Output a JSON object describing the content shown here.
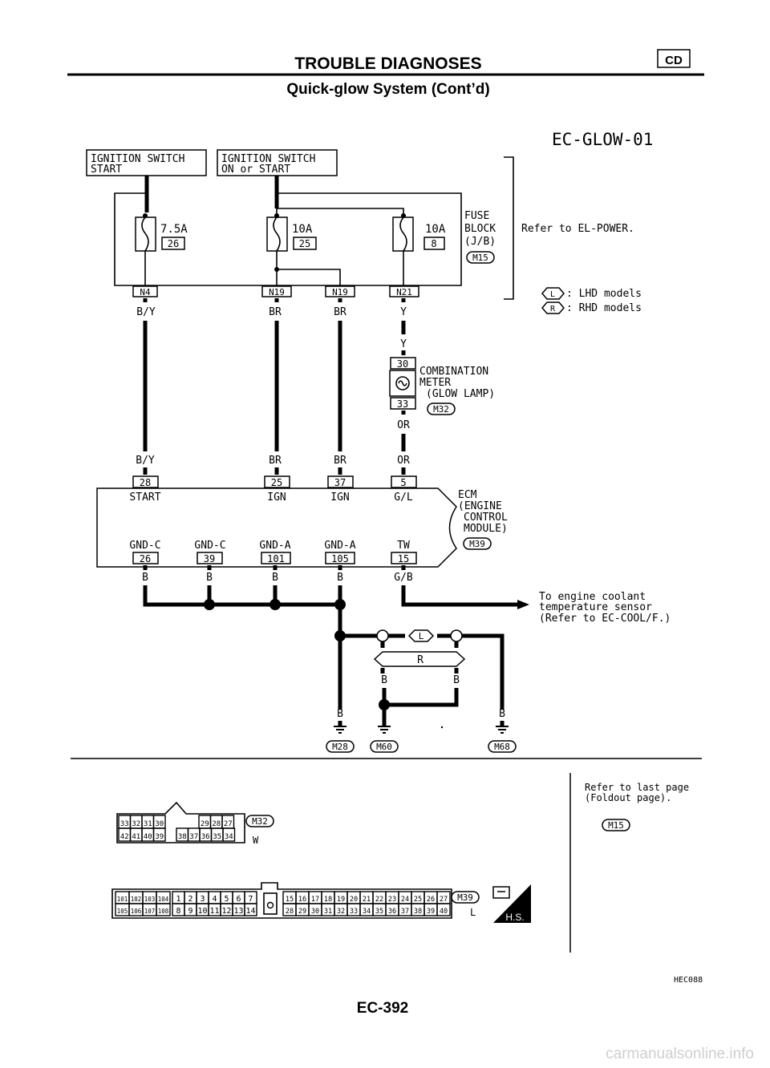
{
  "header": {
    "title": "TROUBLE DIAGNOSES",
    "subtitle": "Quick-glow System (Cont’d)",
    "section_badge": "CD"
  },
  "diagram_id": "EC-GLOW-01",
  "switches": {
    "ign_start": [
      "IGNITION SWITCH",
      "START"
    ],
    "ign_on": [
      "IGNITION SWITCH",
      "ON or START"
    ]
  },
  "fuses": [
    {
      "rating": "7.5A",
      "num": "26"
    },
    {
      "rating": "10A",
      "num": "25"
    },
    {
      "rating": "10A",
      "num": "8"
    }
  ],
  "fuse_block": {
    "lines": [
      "FUSE",
      "BLOCK",
      "(J/B)"
    ],
    "connector": "M15"
  },
  "refer_power": "Refer to EL-POWER.",
  "legend": [
    {
      "sym": "L",
      "text": ": LHD models"
    },
    {
      "sym": "R",
      "text": ": RHD models"
    }
  ],
  "fb_terminals": [
    "N4",
    "N19",
    "N19",
    "N21"
  ],
  "wire_colors": {
    "by": "B/Y",
    "br": "BR",
    "y": "Y",
    "or": "OR",
    "b": "B",
    "gb": "G/B"
  },
  "meter": {
    "term_top": "30",
    "term_bottom": "33",
    "lines": [
      "COMBINATION",
      "METER",
      "(GLOW LAMP)"
    ],
    "connector": "M32"
  },
  "ecm": {
    "top_terms": [
      "28",
      "25",
      "37",
      "5"
    ],
    "top_labels": [
      "START",
      "IGN",
      "IGN",
      "G/L"
    ],
    "bottom_labels": [
      "GND-C",
      "GND-C",
      "GND-A",
      "GND-A",
      "TW"
    ],
    "bottom_terms": [
      "26",
      "39",
      "101",
      "105",
      "15"
    ],
    "name": [
      "ECM",
      "(ENGINE",
      "CONTROL",
      "MODULE)"
    ],
    "connector": "M39"
  },
  "coolant_note": [
    "To engine coolant",
    "temperature sensor",
    "(Refer to EC-COOL/F.)"
  ],
  "ground_branch": {
    "l": "L",
    "r": "R"
  },
  "grounds": [
    "M28",
    "M60",
    "M68"
  ],
  "connector_panel": {
    "refer_last": [
      "Refer to last page",
      "(Foldout page)."
    ],
    "m15": "M15",
    "m32": {
      "code": "M32",
      "color": "W",
      "row1": [
        "33",
        "32",
        "31",
        "30",
        "29",
        "28",
        "27"
      ],
      "row2": [
        "42",
        "41",
        "40",
        "39",
        "38",
        "37",
        "36",
        "35",
        "34"
      ]
    },
    "m39": {
      "code": "M39",
      "color": "L",
      "hs": "H.S.",
      "left1": [
        "101",
        "102",
        "103",
        "104"
      ],
      "left2": [
        "105",
        "106",
        "107",
        "108"
      ],
      "mid1": [
        "1",
        "2",
        "3",
        "4",
        "5",
        "6",
        "7"
      ],
      "mid2": [
        "8",
        "9",
        "10",
        "11",
        "12",
        "13",
        "14"
      ],
      "right1": [
        "15",
        "16",
        "17",
        "18",
        "19",
        "20",
        "21",
        "22",
        "23",
        "24",
        "25",
        "26",
        "27"
      ],
      "right2": [
        "28",
        "29",
        "30",
        "31",
        "32",
        "33",
        "34",
        "35",
        "36",
        "37",
        "38",
        "39",
        "40"
      ]
    }
  },
  "figure_code": "HEC088",
  "page_number": "EC-392",
  "watermark": "carmanualsonline.info"
}
